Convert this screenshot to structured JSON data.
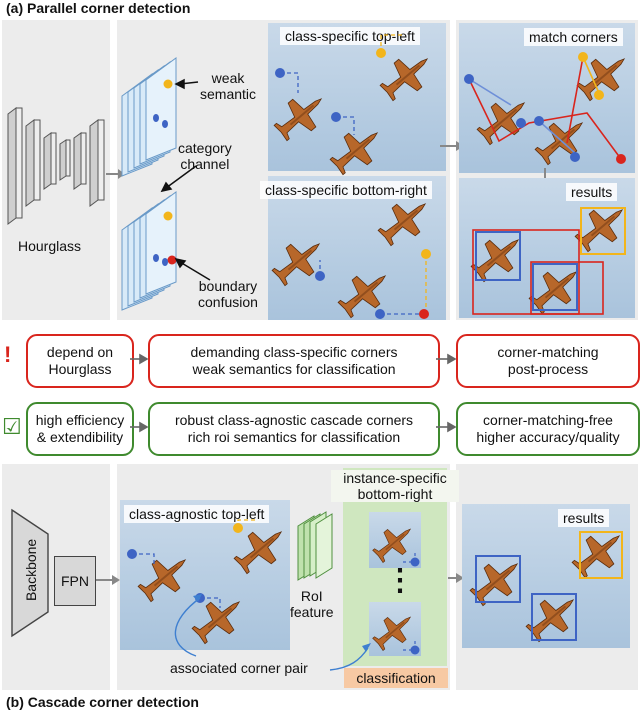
{
  "section_a": {
    "title": "(a)  Parallel corner detection"
  },
  "section_b": {
    "title": "(b)  Cascade corner detection"
  },
  "top": {
    "hourglass": "Hourglass",
    "weak_semantic": [
      "weak",
      "semantic"
    ],
    "category_channel": [
      "category",
      "channel"
    ],
    "boundary_confusion": [
      "boundary",
      "confusion"
    ],
    "tl_label": "class-specific top-left",
    "br_label": "class-specific bottom-right",
    "match_corners": "match corners",
    "results": "results"
  },
  "cons": {
    "mark": "!",
    "boxes": [
      [
        "depend on",
        "Hourglass"
      ],
      [
        "demanding class-specific corners",
        "weak semantics for classification"
      ],
      [
        "corner-matching",
        "post-process"
      ]
    ]
  },
  "pros": {
    "mark": "☑",
    "boxes": [
      [
        "high efficiency",
        "& extendibility"
      ],
      [
        "robust class-agnostic cascade corners",
        "rich roi semantics for classification"
      ],
      [
        "corner-matching-free",
        "higher accuracy/quality"
      ]
    ]
  },
  "bottom": {
    "backbone": "Backbone",
    "fpn": "FPN",
    "tl_label": "class-agnostic top-left",
    "roi_feature": [
      "RoI",
      "feature"
    ],
    "instance_br": [
      "instance-specific",
      "bottom-right"
    ],
    "ellipsis": "⋮",
    "classification": "classification",
    "assoc_pair": "associated corner pair",
    "results": "results"
  },
  "colors": {
    "red": "#d9251d",
    "green": "#3f8a2e",
    "blue": "#3e64c4",
    "yellow": "#f2b51b",
    "plane": "#b7672a",
    "panel": "#ececec"
  }
}
